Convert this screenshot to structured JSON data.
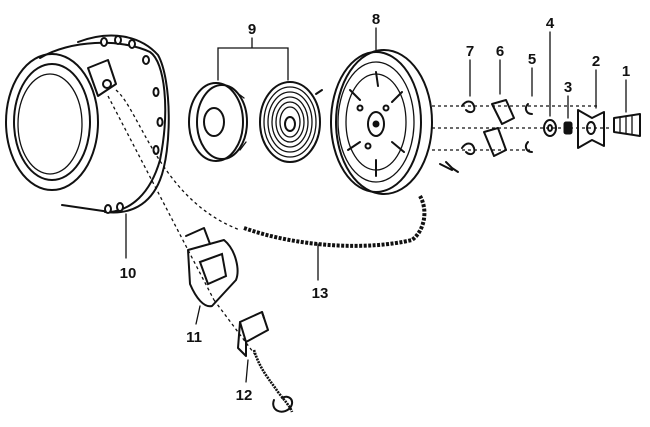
{
  "part_numbers": {
    "p1": "1",
    "p2": "2",
    "p3": "3",
    "p4": "4",
    "p5": "5",
    "p6": "6",
    "p7": "7",
    "p8": "8",
    "p9": "9",
    "p10": "10",
    "p11": "11",
    "p12": "12",
    "p13": "13"
  }
}
